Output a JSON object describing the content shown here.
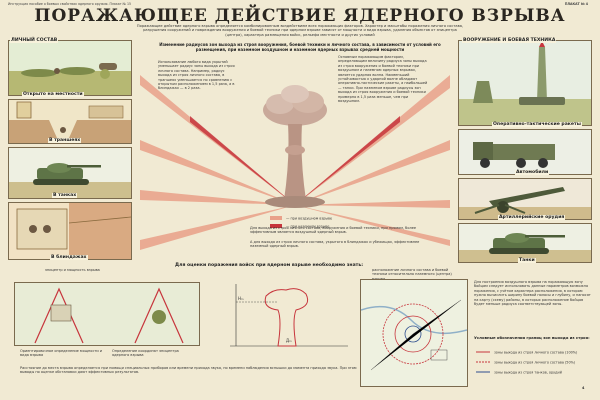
{
  "header": {
    "left_note": "Инструкция пособие о боевых свойствах ядерного оружия. Плакат № 15",
    "right_note": "ПЛАКАТ № 4",
    "title": "ПОРАЖАЮЩЕЕ ДЕЙСТВИЕ ЯДЕРНОГО ВЗРЫВА",
    "intro": "Поражающее действие ядерного взрыва определяется комбинированным воздействием всех поражающих факторов. Характер и масштабы поражения личного состава, разрушения сооружений и повреждения вооружения и боевой техники при ядерном взрыве зависят от мощности и вида взрыва, удаления объектов от эпицентра (центра), характера размещения войск, рельефа местности и других условий"
  },
  "left_column": {
    "heading": "ЛИЧНЫЙ СОСТАВ",
    "labels": [
      "Открыто на местности",
      "В траншеях",
      "В танках",
      "В блиндажах"
    ]
  },
  "right_column": {
    "heading": "ВООРУЖЕНИЕ И БОЕВАЯ ТЕХНИКА",
    "labels": [
      "Оперативно-тактические ракеты",
      "Автомобили",
      "Артиллерийские орудия",
      "Танки"
    ]
  },
  "center": {
    "heading": "Изменение радиусов зон выхода из строя вооружения, боевой техники и личного состава, в зависимости от условий его размещения, при наземном воздушном и наземном ядерных взрывах средней мощности",
    "left_text": "Использование любого вида укрытий уменьшает радиус зоны выхода из строя личного состава. Например, радиус выхода из строя личного состава, в траншеях уменьшается по сравнению с открытым расположением в 1,5 раза, а в блиндажах — в 2 раза.",
    "right_text": "Основным поражающим фактором, определяющим величину радиуса зоны выхода из строя вооружения и боевой техники при воздушном и наземном ядерных взрывах, является ударная волна. Наименьший устойчивостью к ударной волне обладают оперативно-тактические ракеты, а наибольшей — танки. При наземном взрыве радиусы зон выхода из строя вооружения и боевой техники примерно в 1,5 раза меньше, чем при воздушном.",
    "lower_text": "Для выхода из строя личного состава, вооружения и боевой техники, при прямом, более эффективным является воздушный ядерный взрыв.",
    "lower_text2": "А для выхода из строя личного состава, укрытого в блиндажах и убежищах, эффективнее наземный ядерный взрыв.",
    "legend": [
      "— при воздушном взрыве",
      "— при наземном взрыве"
    ]
  },
  "bottom": {
    "heading": "Для оценки поражения войск при ядерном взрыве необходимо знать:",
    "left_caption": "эпицентр и мощность взрыва",
    "middle_caption": "расположение личного состава и боевой техники относительно наземного (центра) взрыва",
    "bl_text1": "Ориентировочное определение мощности и вида взрыва",
    "bl_text2": "Определение координат эпицентра ядерного взрыва",
    "bottom_text": "Расстояние до места взрыва определяется при помощи специальных приборов или времени прихода звука, по времени наблюдения вспышки до момента прихода звука. При этом выводы по оценке обстановки дают эффективных результатов.",
    "chart_label_h": "Нₘ",
    "chart_label_d": "Дₘ",
    "right_text": "Для построения воздушного взрыва на поражающую зону бойцам следует использовать данные параметров возможно поражения, с учётом характера расположения, в котором нужно вычислить ширину боевой полосы и глубину, и наносят на карту (схему) районы, в которых расположение бойцов будет меньше радиуса соответствующей зоны.",
    "legend_heading": "Условные обозначения границ зон выхода из строя:",
    "legend_items": [
      "зоны выхода из строя личного состава (100%)",
      "зоны выхода из строя личного состава (50%)",
      "зоны выхода из строя танков, орудий"
    ],
    "page_num": "4"
  },
  "colors": {
    "background": "#f1ead3",
    "panel_border": "#7a6a4e",
    "accent_red": "#c7353c",
    "salmon": "#e9a189",
    "cloud": "#c9a99a"
  },
  "icons": [
    "mushroom-cloud-icon",
    "soldier-icon",
    "tank-icon",
    "truck-icon",
    "cannon-icon",
    "missile-icon"
  ]
}
